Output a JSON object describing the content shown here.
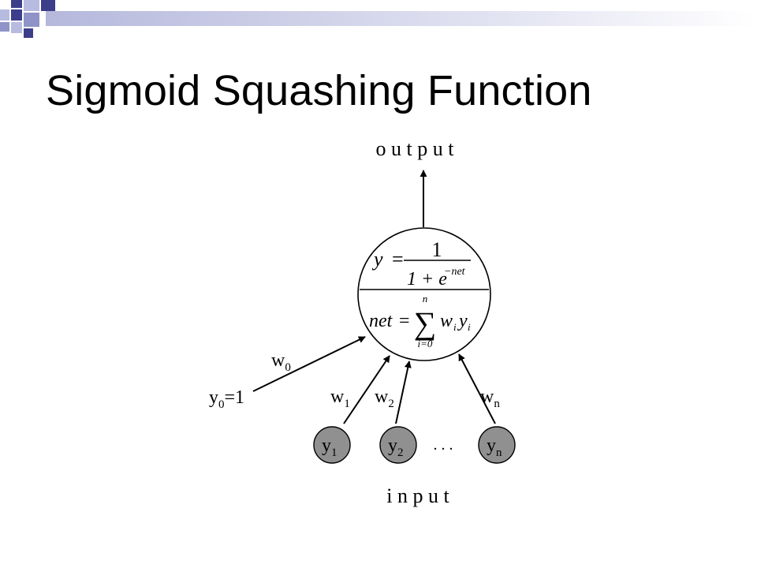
{
  "slide": {
    "title": "Sigmoid Squashing Function",
    "accent_colors": {
      "dark": "#3c3e8a",
      "light": "#b8bbe0",
      "mid": "#8f93c8"
    }
  },
  "diagram": {
    "output_label": "o u t p u t",
    "input_label": "i n p u t",
    "ellipsis": ". . .",
    "formula_y": {
      "lhs": "y",
      "eq": "=",
      "numerator": "1",
      "denominator_base": "1 + e",
      "exponent": "−net"
    },
    "formula_net": {
      "lhs": "net",
      "eq": "=",
      "sum_upper": "n",
      "sum_lower": "i=0",
      "w": "w",
      "w_sub": "i",
      "y": "y",
      "y_sub": "i"
    },
    "bias": {
      "label": "y",
      "sub": "0",
      "suffix": "=1",
      "weight": "w",
      "weight_sub": "0"
    },
    "inputs": [
      {
        "label": "y",
        "sub": "1",
        "weight": "w",
        "weight_sub": "1"
      },
      {
        "label": "y",
        "sub": "2",
        "weight": "w",
        "weight_sub": "2"
      },
      {
        "label": "y",
        "sub": "n",
        "weight": "w",
        "weight_sub": "n"
      }
    ],
    "input_node_color": "#909090"
  }
}
